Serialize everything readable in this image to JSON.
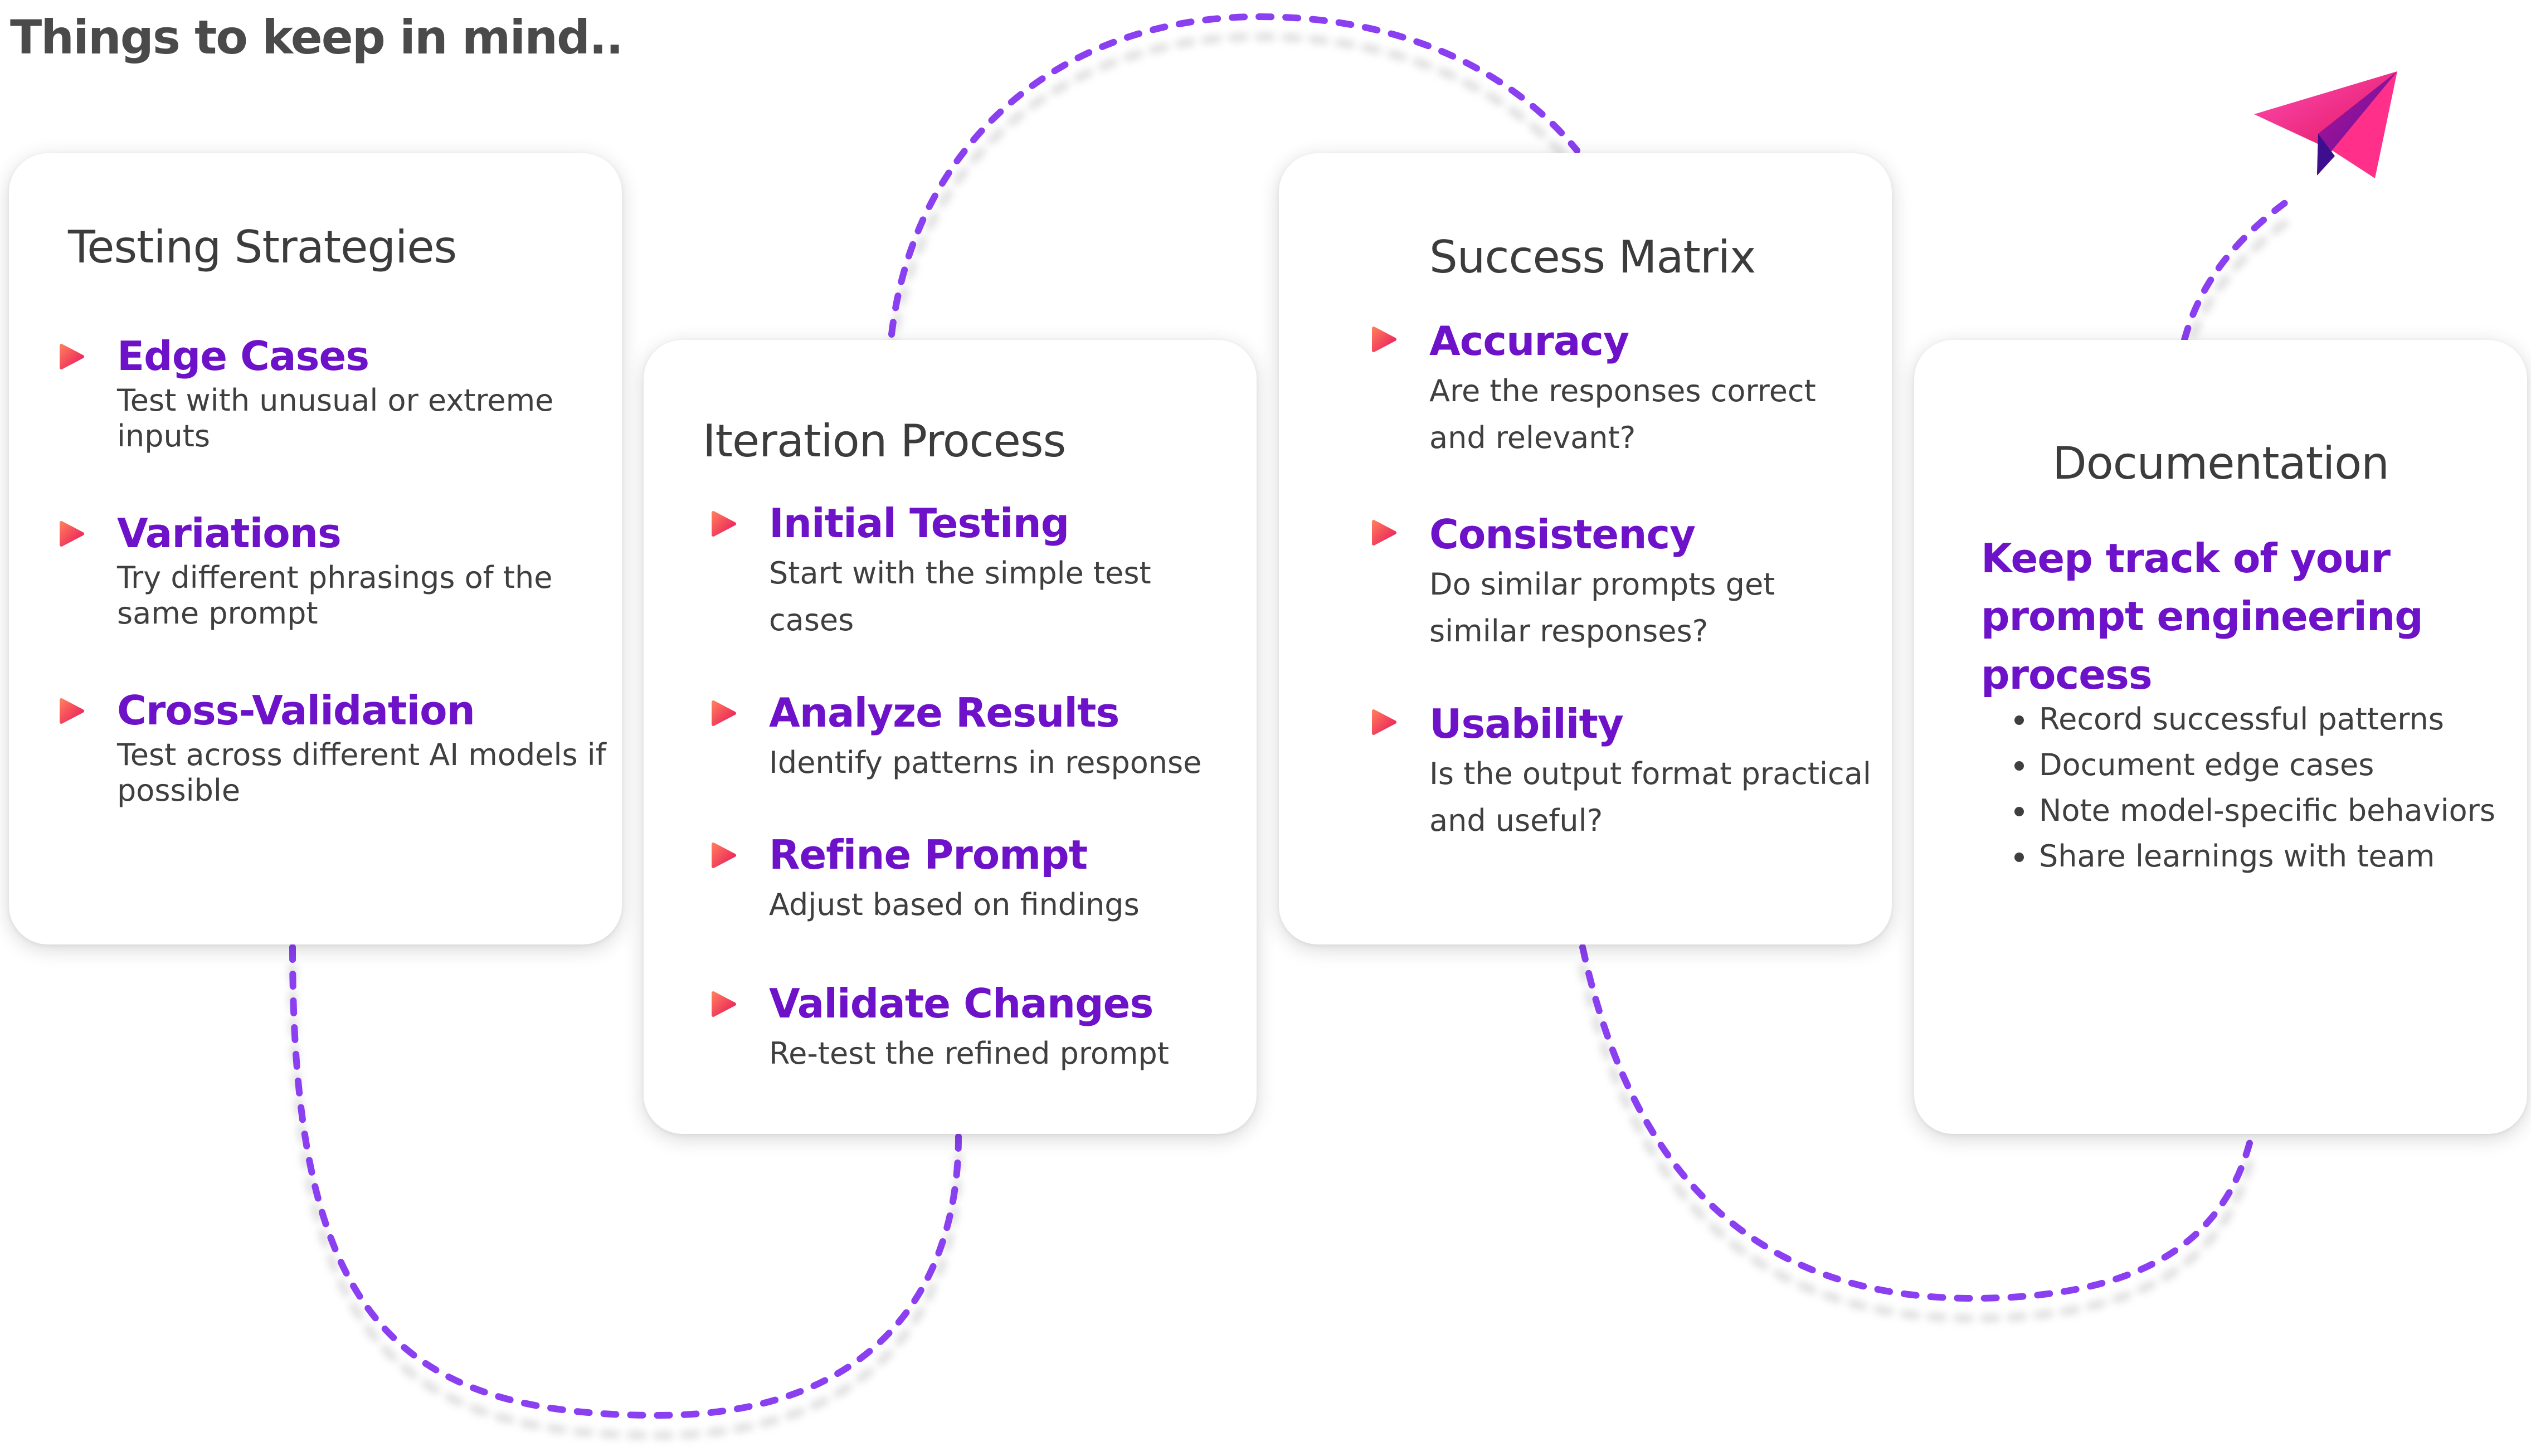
{
  "page": {
    "title": "Things to keep in mind.."
  },
  "colors": {
    "accent_purple": "#6e12c9",
    "dash_purple": "#8a3ff0",
    "bullet_red": "#f2385a",
    "card_title": "#3c3c3c",
    "body_text": "#3f3f3f"
  },
  "cards": {
    "testing": {
      "title": "Testing Strategies",
      "items": [
        {
          "heading": "Edge Cases",
          "desc": "Test with unusual or extreme inputs"
        },
        {
          "heading": "Variations",
          "desc": "Try different phrasings of the same prompt"
        },
        {
          "heading": "Cross-Validation",
          "desc": "Test across different AI models if possible"
        }
      ]
    },
    "iteration": {
      "title": "Iteration Process",
      "items": [
        {
          "heading": "Initial Testing",
          "desc": "Start with the simple test cases"
        },
        {
          "heading": "Analyze Results",
          "desc": "Identify patterns in response"
        },
        {
          "heading": "Refine Prompt",
          "desc": "Adjust based on findings"
        },
        {
          "heading": "Validate Changes",
          "desc": "Re-test the refined prompt"
        }
      ]
    },
    "success": {
      "title": "Success Matrix",
      "items": [
        {
          "heading": "Accuracy",
          "desc": "Are the responses correct and relevant?"
        },
        {
          "heading": "Consistency",
          "desc": "Do similar prompts get similar responses?"
        },
        {
          "heading": "Usability",
          "desc": "Is the output format practical and useful?"
        }
      ]
    },
    "documentation": {
      "title": "Documentation",
      "highlight": "Keep track of your prompt engineering process",
      "bullets": [
        "Record successful patterns",
        "Document edge cases",
        "Note model-specific behaviors",
        "Share learnings with team"
      ]
    }
  },
  "icons": {
    "bullet": "play-arrow-icon",
    "end": "paper-plane-icon"
  }
}
